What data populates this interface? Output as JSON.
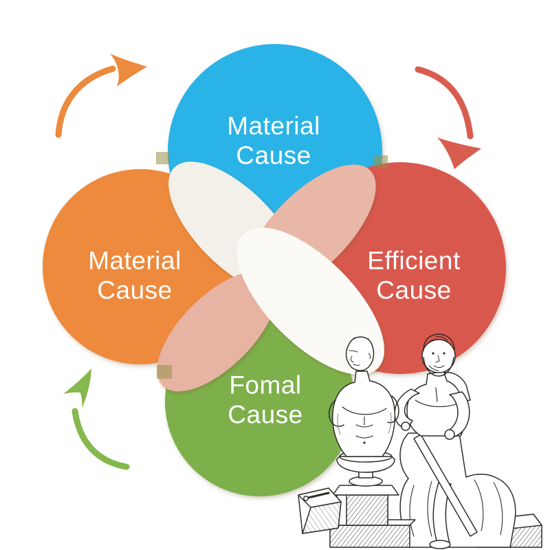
{
  "background_color": "#ffffff",
  "diagram": {
    "circles": [
      {
        "position": "top",
        "line1": "Material",
        "line2": "Cause",
        "color": "#2bb3e6",
        "text_color": "#ffffff"
      },
      {
        "position": "left",
        "line1": "Material",
        "line2": "Cause",
        "color": "#ee8a3c",
        "text_color": "#ffffff"
      },
      {
        "position": "right",
        "line1": "Efficient",
        "line2": "Cause",
        "color": "#d9584e",
        "text_color": "#ffffff"
      },
      {
        "position": "bottom",
        "line1": "Fomal",
        "line2": "Cause",
        "color": "#7db04c",
        "text_color": "#ffffff"
      }
    ],
    "overlap_colors": {
      "diagonal_white": "#f4f2ec",
      "diagonal_salmon": "#e9b7a7",
      "junction_square": "#96904a"
    },
    "arrows": [
      {
        "position": "top-left",
        "color": "#ec8a3d"
      },
      {
        "position": "top-right",
        "color": "#d95d4f"
      },
      {
        "position": "bottom-left",
        "color": "#85b84d"
      }
    ],
    "illustration": {
      "name": "classical-sculptor-engraving"
    }
  }
}
